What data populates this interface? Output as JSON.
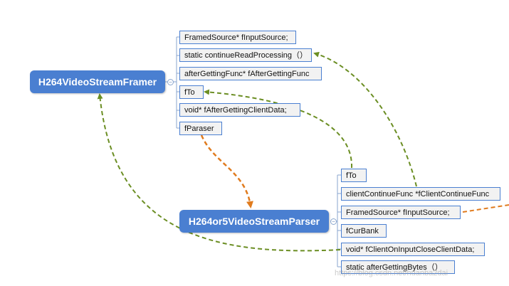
{
  "nodes": {
    "framer": {
      "title": "H264VideoStreamFramer",
      "fields": [
        "FramedSource* fInputSource;",
        "static continueReadProcessing（）",
        "afterGettingFunc* fAfterGettingFunc",
        "fTo",
        "void* fAfterGettingClientData;",
        "fParaser"
      ]
    },
    "parser": {
      "title": "H264or5VideoStreamParser",
      "fields": [
        "fTo",
        "clientContinueFunc *fClientContinueFunc",
        "FramedSource* fInputSource;",
        "fCurBank",
        "void* fClientOnInputCloseClientData;",
        "static afterGettingBytes（）"
      ]
    }
  },
  "watermark": "https://blog.csdn.net/huanba2dai",
  "colors": {
    "node_fill": "#4a7fd1",
    "field_border": "#4a7fd1",
    "field_fill": "#f2f2f2",
    "green_arrow": "#6b8e23",
    "orange_arrow": "#e07b1e"
  }
}
